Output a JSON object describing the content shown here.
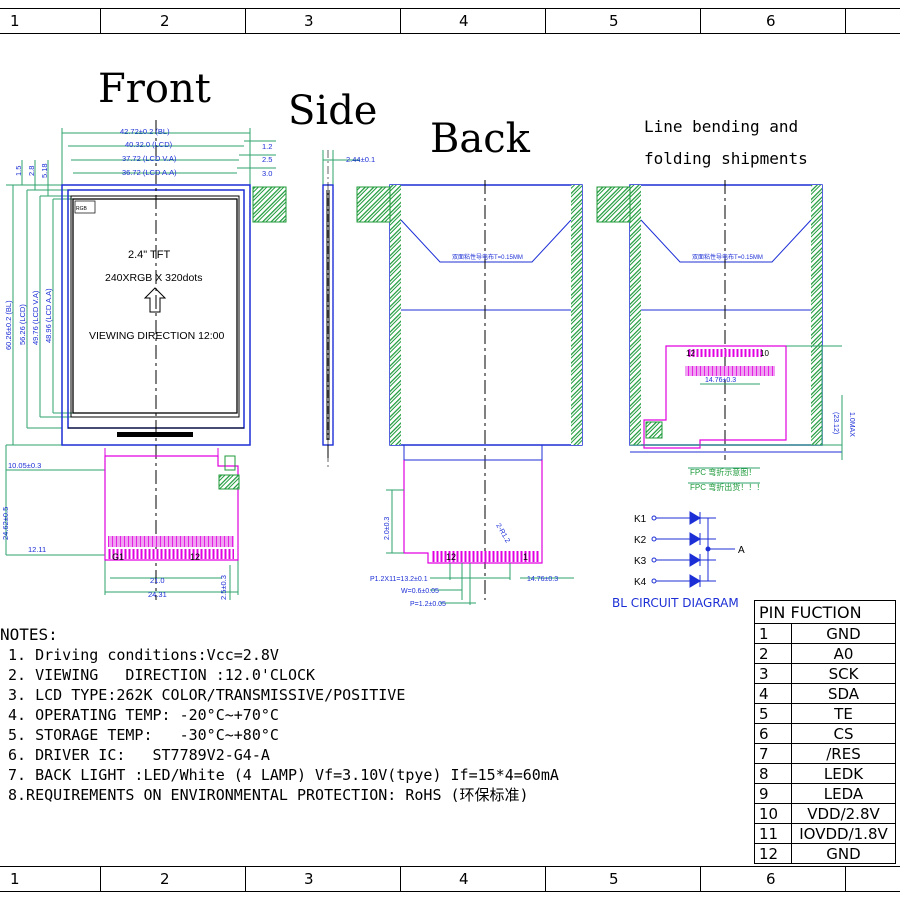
{
  "grid_numbers": [
    "1",
    "2",
    "3",
    "4",
    "5",
    "6"
  ],
  "titles": {
    "front": "Front",
    "side": "Side",
    "back": "Back",
    "ship_line1": "Line bending and",
    "ship_line2": "folding shipments"
  },
  "front_dims": {
    "w_bl": "42.72±0.2 (BL)",
    "w_lcd": "40.32.0 (LCD)",
    "w_va": "37.72 (LCD V.A)",
    "w_aa": "36.72 (LCD A.A)",
    "r1": "1.2",
    "r2": "2.5",
    "r3": "3.0",
    "l1": "1.5",
    "l2": "2.8",
    "l3": "5.18",
    "h_bl": "60.26±0.2 (BL)",
    "h_lcd": "56.26 (LCD)",
    "h_va": "49.76 (LCD V.A)",
    "h_aa": "48.96 (LCD A.A)",
    "fpc_x": "10.05±0.3",
    "fpc_total": "24.62±0.5",
    "fpc_left": "12.11",
    "fpc_w1": "21.0",
    "fpc_w2": "24.31",
    "fpc_tail": "2.5±0.3",
    "pin_left": "G1",
    "pin_right": "12"
  },
  "panel_text": {
    "size": "2.4\" TFT",
    "resolution": "240XRGB X 320dots",
    "view": "VIEWING DIRECTION 12:00",
    "rgb": "RGB"
  },
  "side_dims": {
    "thickness": "2.44±0.1"
  },
  "back_dims": {
    "tape_note": "双面粘性导电布T=0.15MM",
    "depth": "2.0±0.3",
    "angle": "2-R1.2",
    "pitch": "P1.2X11=13.2±0.1",
    "w": "W=0.6±0.05",
    "p": "P=1.2±0.05",
    "pad_w": "14.76±0.3",
    "pin_left": "12",
    "pin_right": "1"
  },
  "ship_dims": {
    "tape_note": "双面粘性导电布T=0.15MM",
    "pin_left": "12",
    "pin_right": "10",
    "pad_w": "14.76±0.3",
    "h": "(23.12)",
    "max": "1.0MAX",
    "fpc1": "FPC 弯折示意图！",
    "fpc2": "FPC 弯折出货！！！"
  },
  "bl_circuit": {
    "labels": [
      "K1",
      "K2",
      "K3",
      "K4"
    ],
    "anode": "A",
    "title": "BL CIRCUIT DIAGRAM"
  },
  "notes": {
    "heading": "NOTES:",
    "items": [
      "1. Driving conditions:Vcc=2.8V",
      "2. VIEWING   DIRECTION :12.0'CLOCK",
      "3. LCD TYPE:262K COLOR/TRANSMISSIVE/POSITIVE",
      "4. OPERATING TEMP: -20°C~+70°C",
      "5. STORAGE TEMP:   -30°C~+80°C",
      "6. DRIVER IC:   ST7789V2-G4-A",
      "7. BACK LIGHT :LED/White (4 LAMP) Vf=3.10V(tpye) If=15*4=60mA",
      "8.REQUIREMENTS ON ENVIRONMENTAL PROTECTION: RoHS (环保标准)"
    ]
  },
  "pin_table": {
    "header_pin": "PIN",
    "header_func": "FUCTION",
    "rows": [
      {
        "n": "1",
        "f": "GND"
      },
      {
        "n": "2",
        "f": "A0"
      },
      {
        "n": "3",
        "f": "SCK"
      },
      {
        "n": "4",
        "f": "SDA"
      },
      {
        "n": "5",
        "f": "TE"
      },
      {
        "n": "6",
        "f": "CS"
      },
      {
        "n": "7",
        "f": "/RES"
      },
      {
        "n": "8",
        "f": "LEDK"
      },
      {
        "n": "9",
        "f": "LEDA"
      },
      {
        "n": "10",
        "f": "VDD/2.8V"
      },
      {
        "n": "11",
        "f": "IOVDD/1.8V"
      },
      {
        "n": "12",
        "f": "GND"
      }
    ]
  },
  "colors": {
    "outline": "#1c2fd6",
    "dim": "#2fa36b",
    "fpc": "#e000e0",
    "hatch": "#1e9a3a",
    "text": "#000000"
  }
}
